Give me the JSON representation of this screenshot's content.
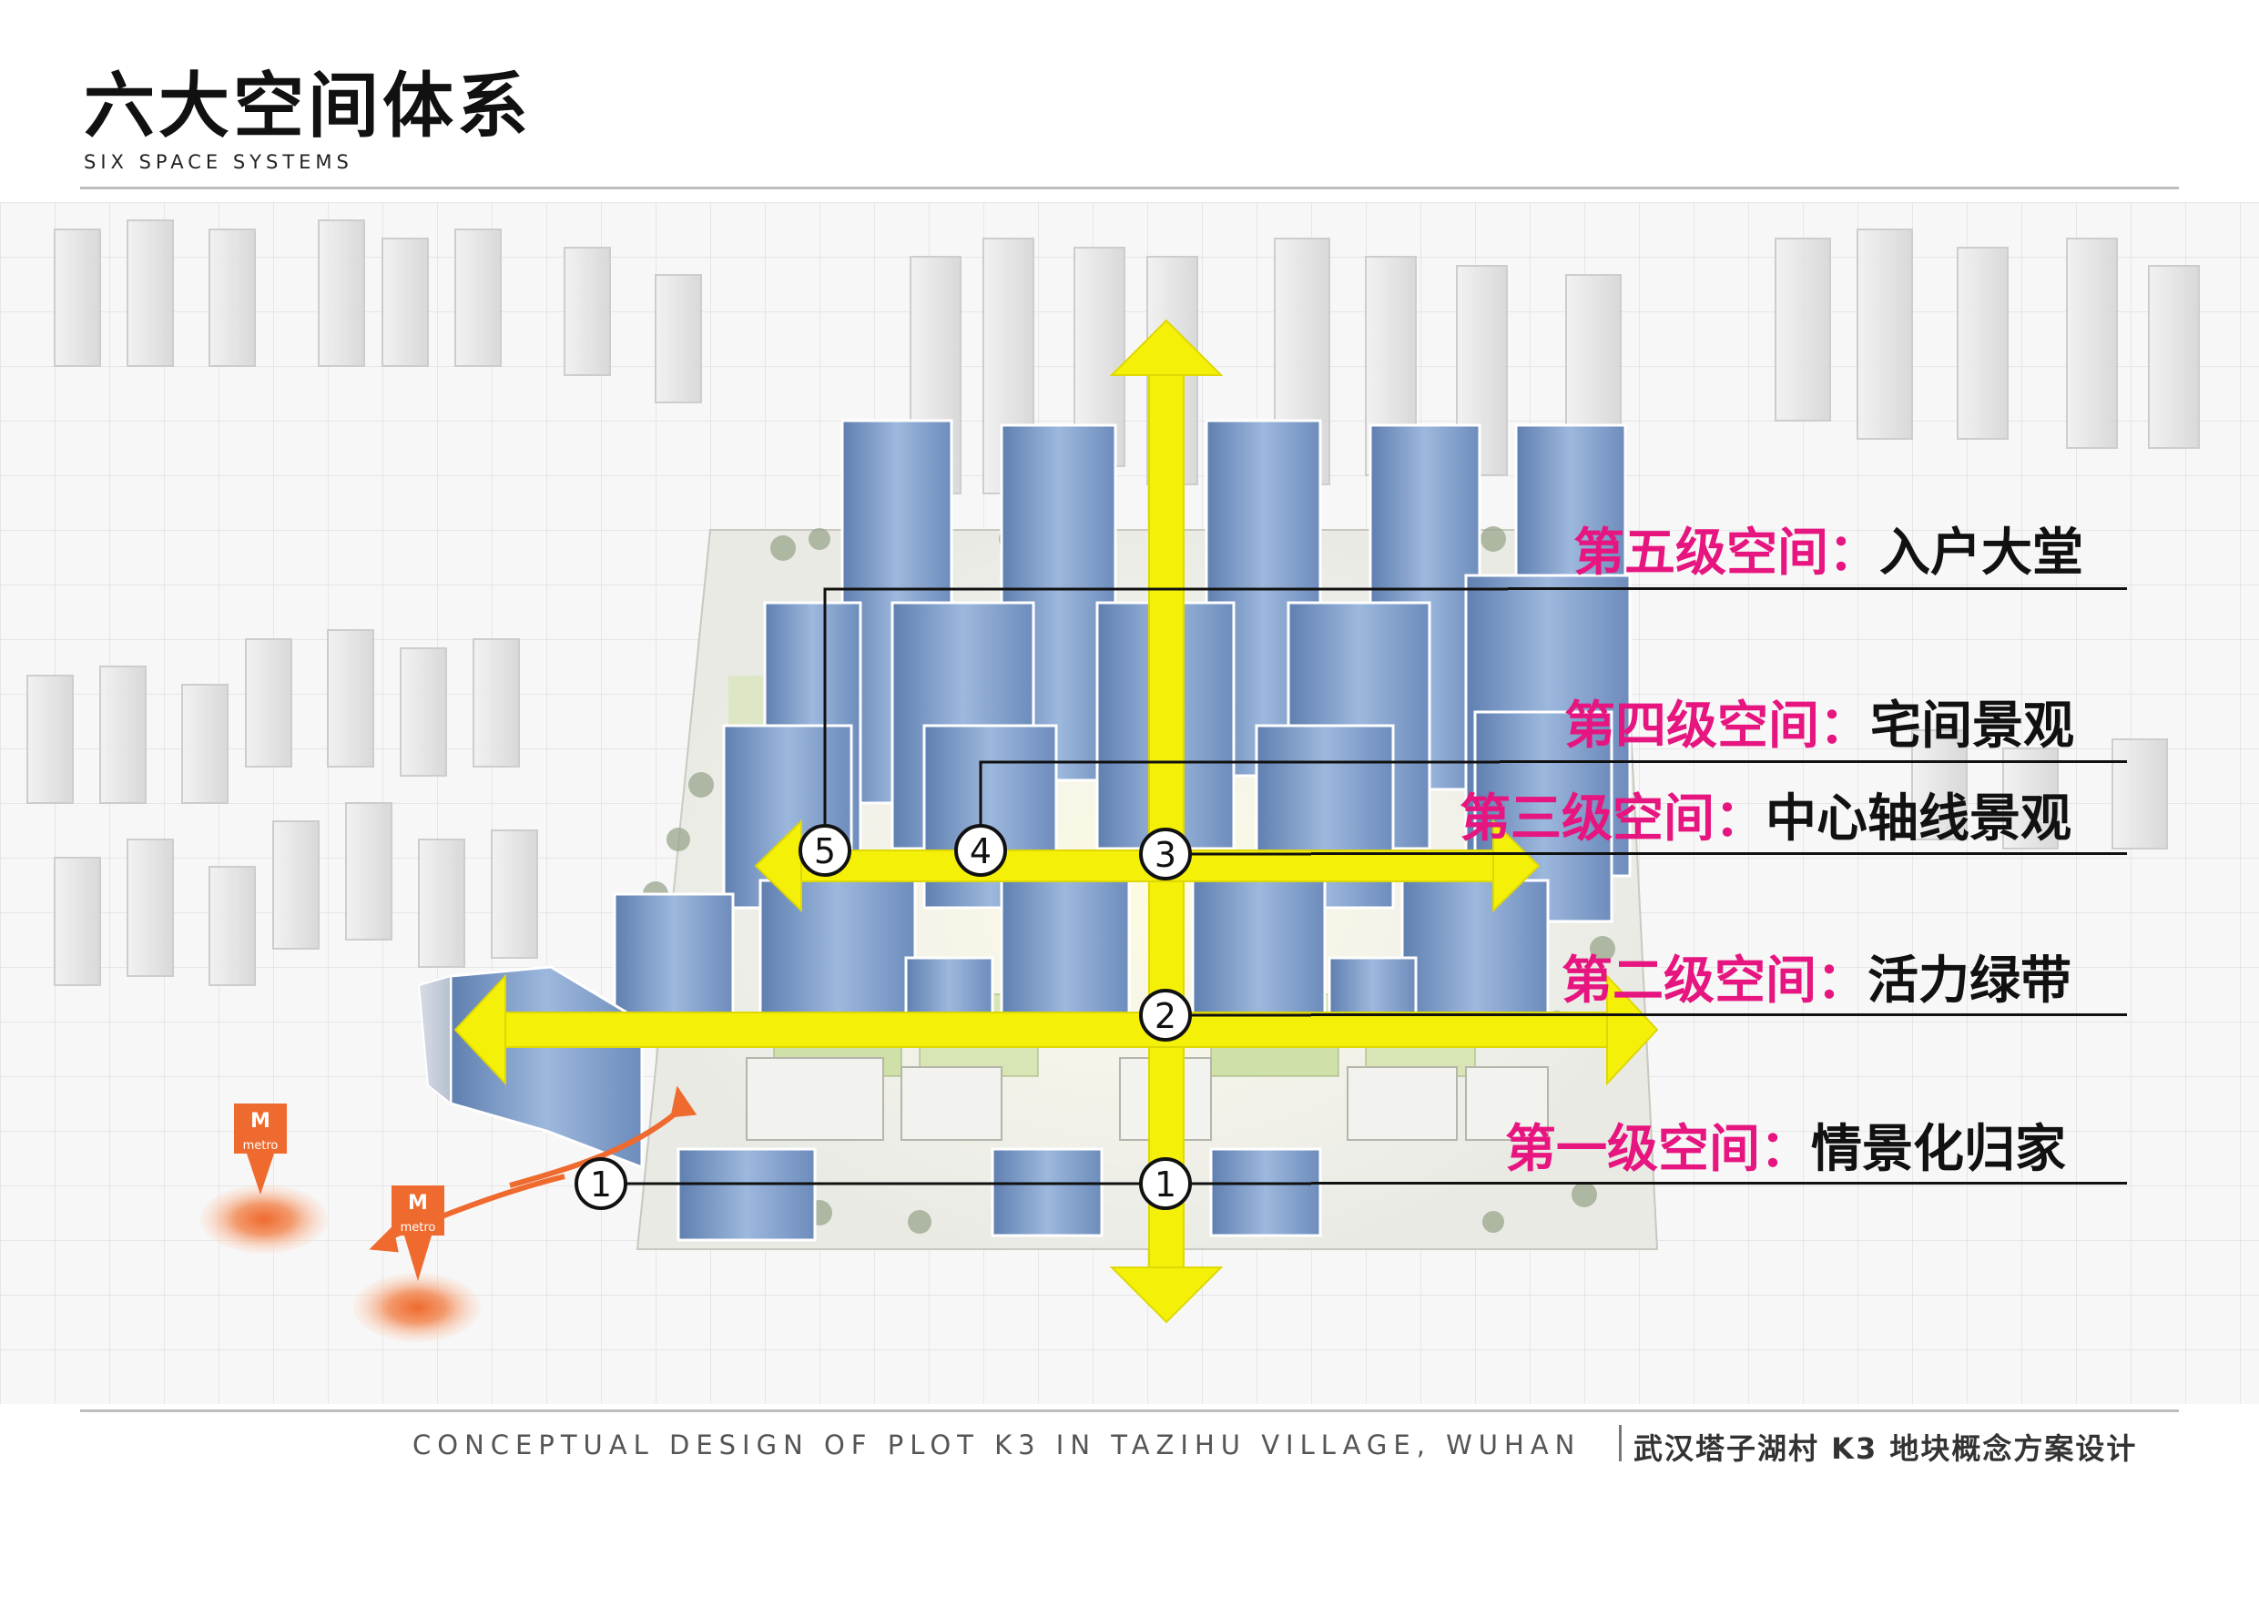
{
  "header": {
    "title_cn": "六大空间体系",
    "title_en": "SIX SPACE SYSTEMS"
  },
  "footer": {
    "project_en": "CONCEPTUAL DESIGN OF PLOT K3 IN TAZIHU VILLAGE, WUHAN",
    "project_cn": "武汉塔子湖村 K3 地块概念方案设计"
  },
  "levels": [
    {
      "marker": "5",
      "level": "第五级空间：",
      "desc": "入户大堂"
    },
    {
      "marker": "4",
      "level": "第四级空间：",
      "desc": "宅间景观"
    },
    {
      "marker": "3",
      "level": "第三级空间：",
      "desc": "中心轴线景观"
    },
    {
      "marker": "2",
      "level": "第二级空间：",
      "desc": "活力绿带"
    },
    {
      "marker": "1",
      "level": "第一级空间：",
      "desc": "情景化归家"
    }
  ],
  "markers": {
    "m1": "1",
    "m2": "2",
    "m3": "3",
    "m4": "4",
    "m5": "5",
    "m1b": "1"
  },
  "metro": {
    "label_m": "M",
    "label_metro": "metro"
  },
  "colors": {
    "axis_yellow": "#f5f007",
    "accent_magenta": "#e6157f",
    "metro_orange": "#ef6a2e",
    "building_blue": "#7f9fc8"
  }
}
